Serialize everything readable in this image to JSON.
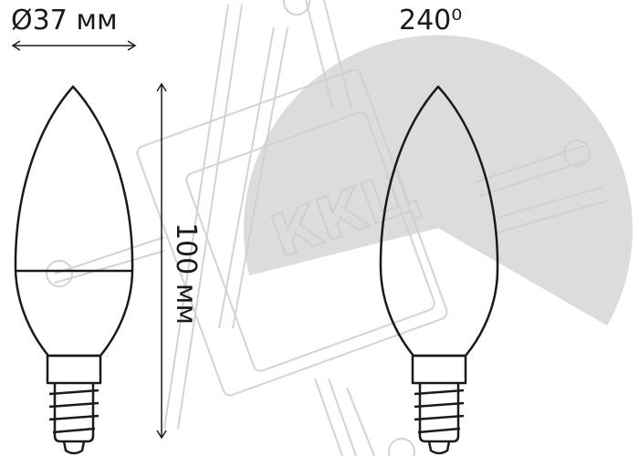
{
  "labels": {
    "diameter": "Ø37 мм",
    "beam_angle": "240⁰",
    "height": "100 мм"
  },
  "watermark": {
    "text": "ККЦ"
  },
  "colors": {
    "outline": "#1a1a1a",
    "beam_fill": "#dcdcdc",
    "watermark": "#cfcfcf"
  }
}
